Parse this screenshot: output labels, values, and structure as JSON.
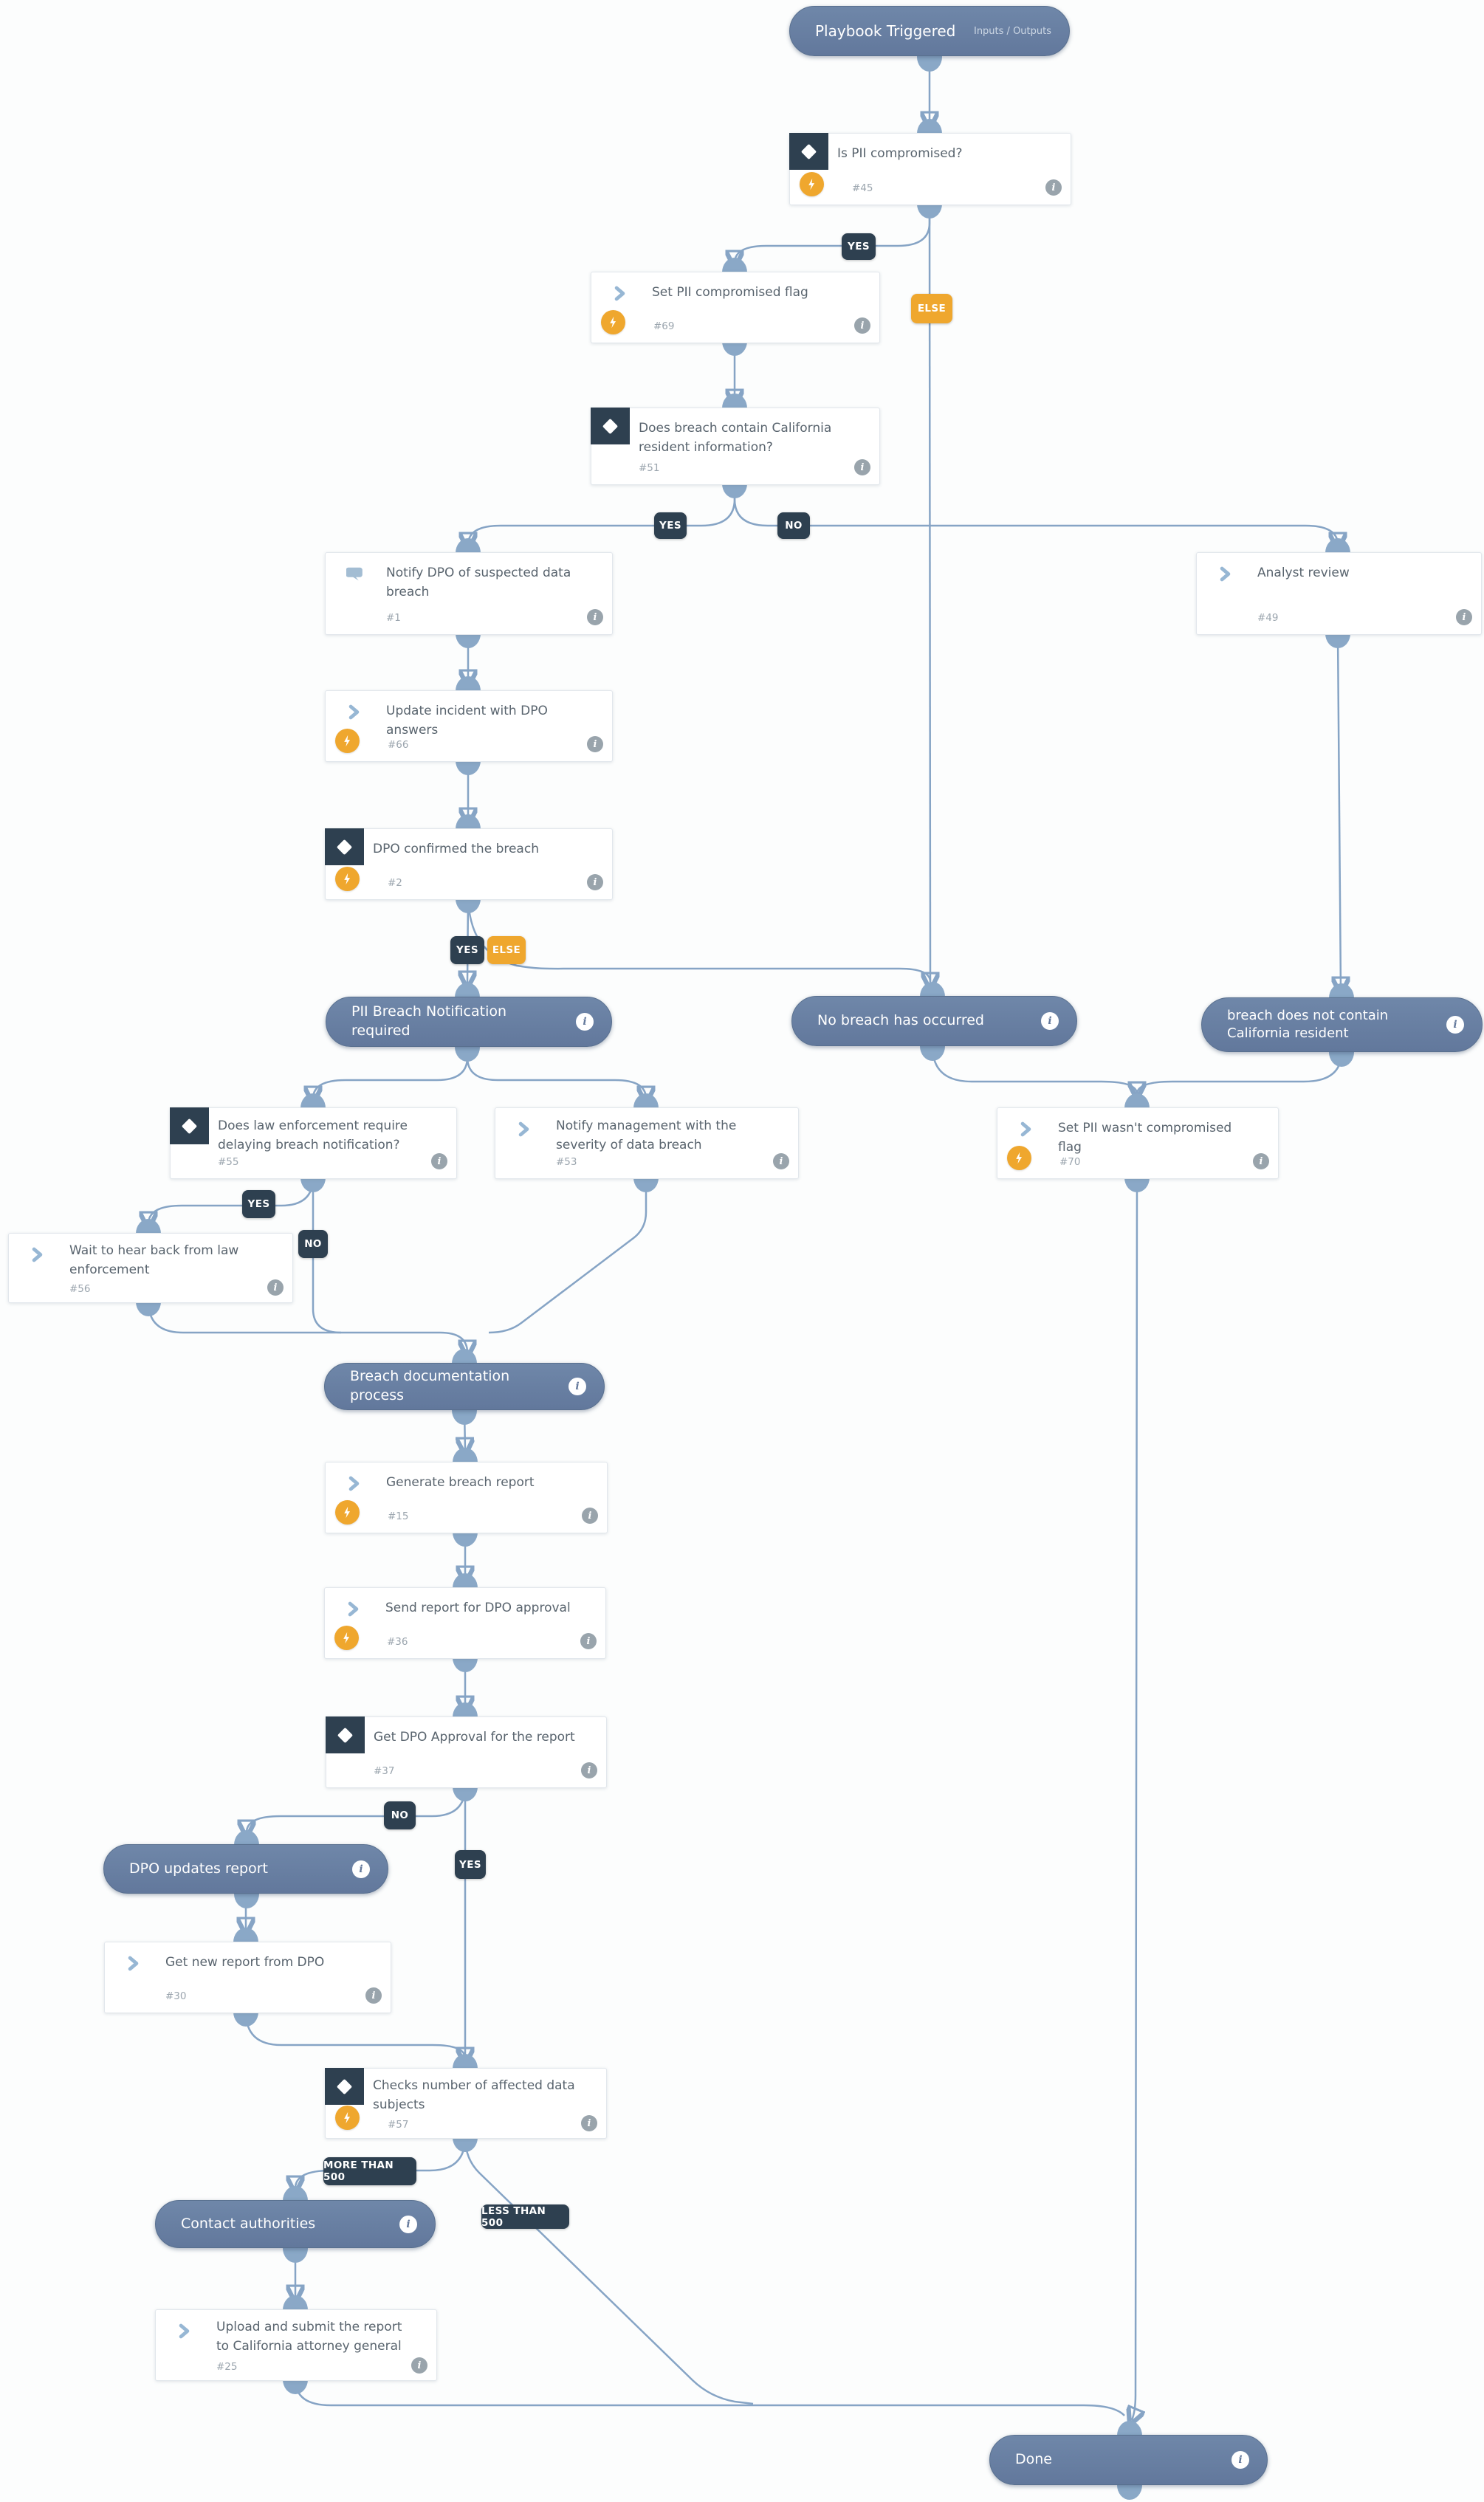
{
  "start": {
    "title": "Playbook Triggered",
    "menu": "Inputs / Outputs"
  },
  "sections": {
    "pii": {
      "label": "PII Breach Notification required"
    },
    "no_breach": {
      "label": "No breach has occurred"
    },
    "no_cal": {
      "label": "breach does not contain California resident"
    },
    "docproc": {
      "label": "Breach documentation process"
    },
    "dpo_upd": {
      "label": "DPO updates report"
    },
    "contact": {
      "label": "Contact authorities"
    },
    "done": {
      "label": "Done"
    }
  },
  "nodes": {
    "n45": {
      "num": "#45",
      "title": "Is PII compromised?"
    },
    "n69": {
      "num": "#69",
      "title": "Set PII compromised flag"
    },
    "n51": {
      "num": "#51",
      "title": "Does breach contain California resident information?"
    },
    "n1": {
      "num": "#1",
      "title": "Notify DPO of suspected data breach"
    },
    "n49": {
      "num": "#49",
      "title": "Analyst review"
    },
    "n66": {
      "num": "#66",
      "title": "Update incident with DPO answers"
    },
    "n2": {
      "num": "#2",
      "title": "DPO confirmed the breach"
    },
    "n55": {
      "num": "#55",
      "title": "Does law enforcement require delaying breach notification?"
    },
    "n53": {
      "num": "#53",
      "title": "Notify management with the severity of data breach"
    },
    "n70": {
      "num": "#70",
      "title": "Set PII wasn't compromised flag"
    },
    "n56": {
      "num": "#56",
      "title": "Wait to hear back from law enforcement"
    },
    "n15": {
      "num": "#15",
      "title": "Generate breach report"
    },
    "n36": {
      "num": "#36",
      "title": "Send report for DPO approval"
    },
    "n37": {
      "num": "#37",
      "title": "Get DPO Approval for the report"
    },
    "n30": {
      "num": "#30",
      "title": "Get new report from DPO"
    },
    "n57": {
      "num": "#57",
      "title": "Checks number of affected data subjects"
    },
    "n25": {
      "num": "#25",
      "title": "Upload and submit the report to California attorney general"
    }
  },
  "labels": {
    "yes": "YES",
    "no": "NO",
    "else": "ELSE",
    "more500": "MORE THAN 500",
    "less500": "LESS THAN 500"
  },
  "icons": {
    "info": "i"
  },
  "palette": {
    "pill": "#64799c",
    "chip_dark": "#2e4050",
    "chip_orange": "#efa72e",
    "line": "#86a4c5",
    "bolt": "#efa72e",
    "condition_block": "#2e4050"
  }
}
